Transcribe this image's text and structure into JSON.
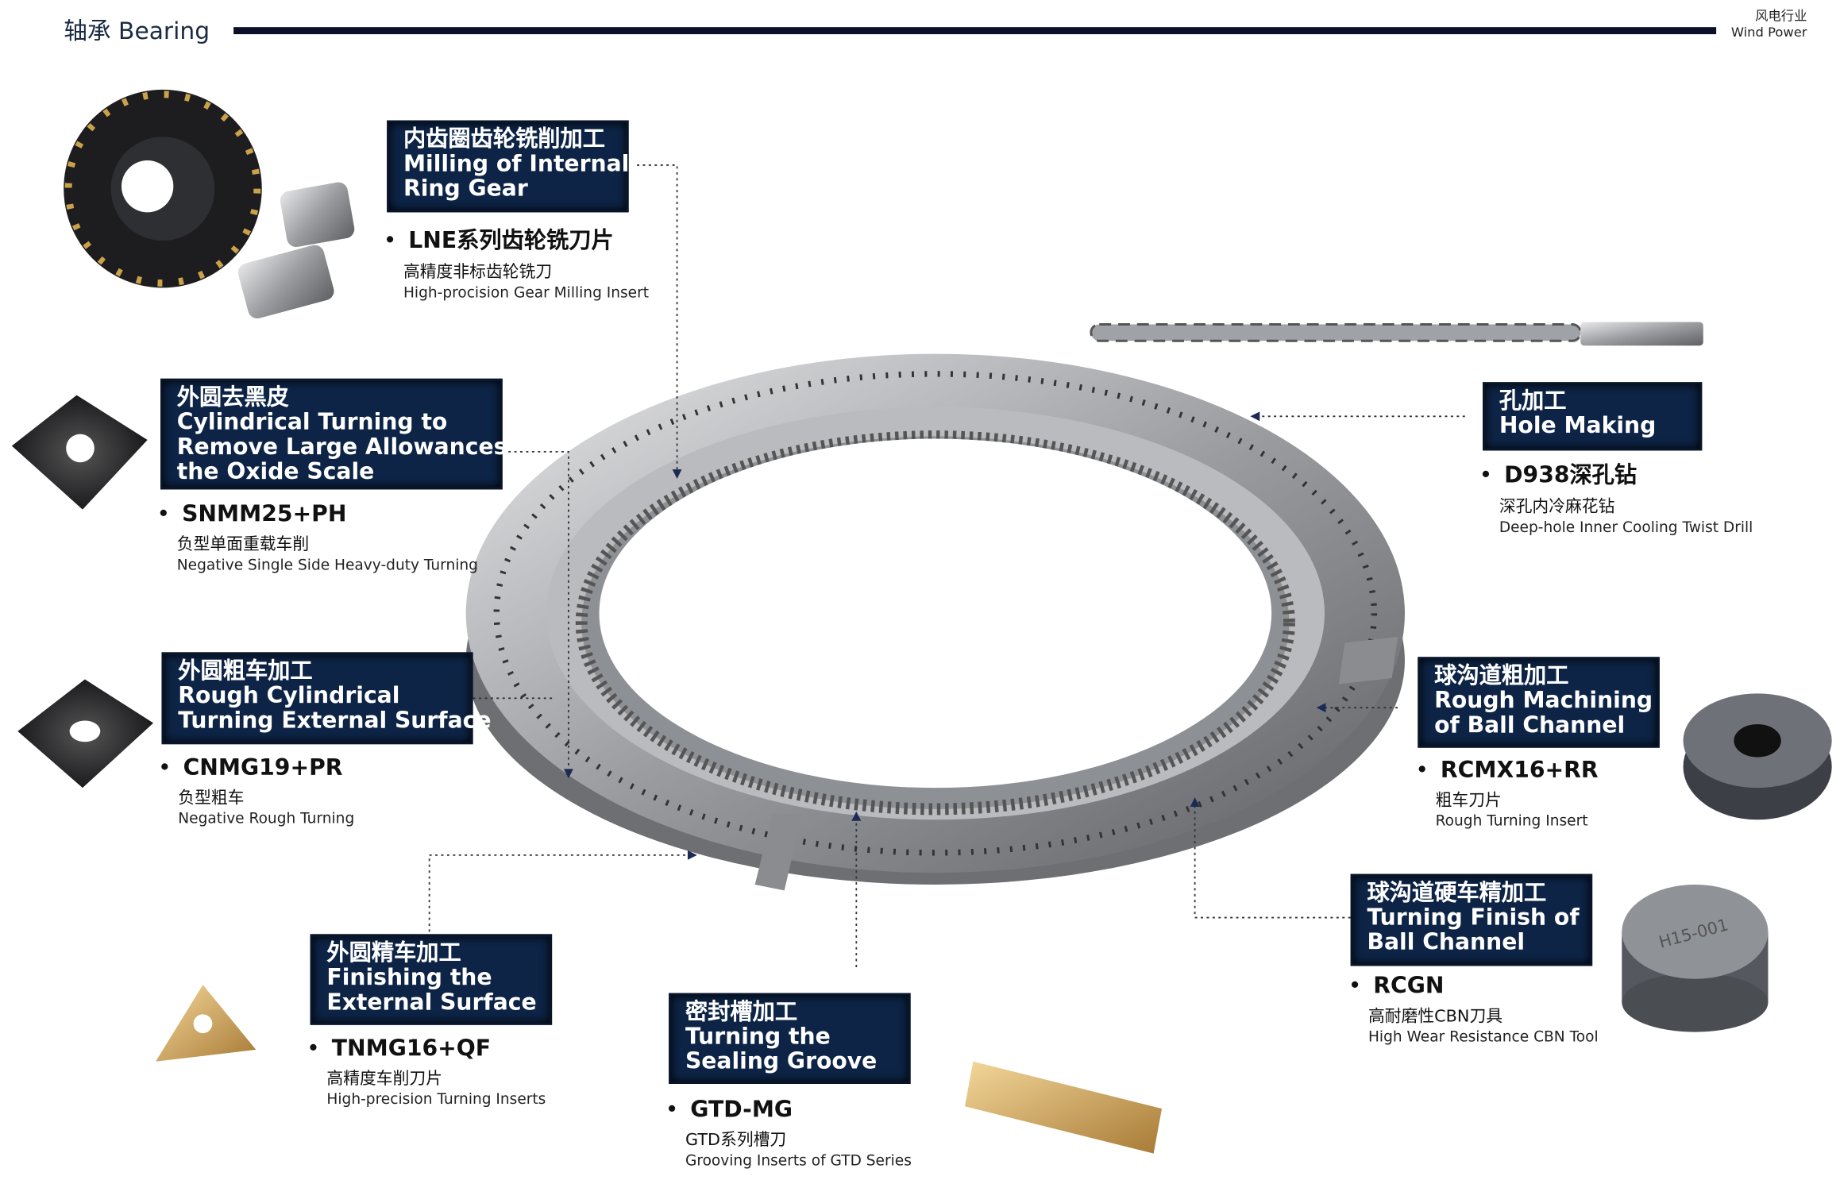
{
  "header": {
    "title": "轴承  Bearing",
    "industry_cn": "风电行业",
    "industry_en": "Wind Power"
  },
  "processes": [
    {
      "title": [
        "内齿圈齿轮铣削加工",
        "Milling of Internal",
        "Ring Gear"
      ],
      "product": "LNE系列齿轮铣刀片",
      "desc_cn": "高精度非标齿轮铣刀",
      "desc_en": "High-procision Gear Milling Insert"
    },
    {
      "title": [
        "外圆去黑皮",
        "Cylindrical Turning to",
        "Remove Large Allowances",
        "the Oxide Scale"
      ],
      "product": "SNMM25+PH",
      "desc_cn": "负型单面重载车削",
      "desc_en": "Negative Single Side Heavy-duty Turning"
    },
    {
      "title": [
        "外圆粗车加工",
        "Rough Cylindrical",
        "Turning External Surface"
      ],
      "product": "CNMG19+PR",
      "desc_cn": "负型粗车",
      "desc_en": "Negative Rough Turning"
    },
    {
      "title": [
        "外圆精车加工",
        "Finishing the",
        "External Surface"
      ],
      "product": "TNMG16+QF",
      "desc_cn": "高精度车削刀片",
      "desc_en": "High-precision Turning Inserts"
    },
    {
      "title": [
        "密封槽加工",
        "Turning the",
        "Sealing Groove"
      ],
      "product": "GTD-MG",
      "desc_cn": "GTD系列槽刀",
      "desc_en": "Grooving Inserts of GTD Series"
    },
    {
      "title": [
        "孔加工",
        "Hole Making"
      ],
      "product": "D938深孔钻",
      "desc_cn": "深孔内冷麻花钻",
      "desc_en": "Deep-hole Inner Cooling Twist Drill"
    },
    {
      "title": [
        "球沟道粗加工",
        "Rough Machining",
        "of Ball Channel"
      ],
      "product": "RCMX16+RR",
      "desc_cn": "粗车刀片",
      "desc_en": "Rough Turning Insert"
    },
    {
      "title": [
        "球沟道硬车精加工",
        "Turning Finish of",
        "Ball Channel"
      ],
      "product": "RCGN",
      "desc_cn": "高耐磨性CBN刀具",
      "desc_en": "High Wear Resistance CBN Tool"
    }
  ],
  "insert_marking": "H15-001",
  "colors": {
    "box": "#0d2446",
    "line": "#0a0f2a"
  }
}
